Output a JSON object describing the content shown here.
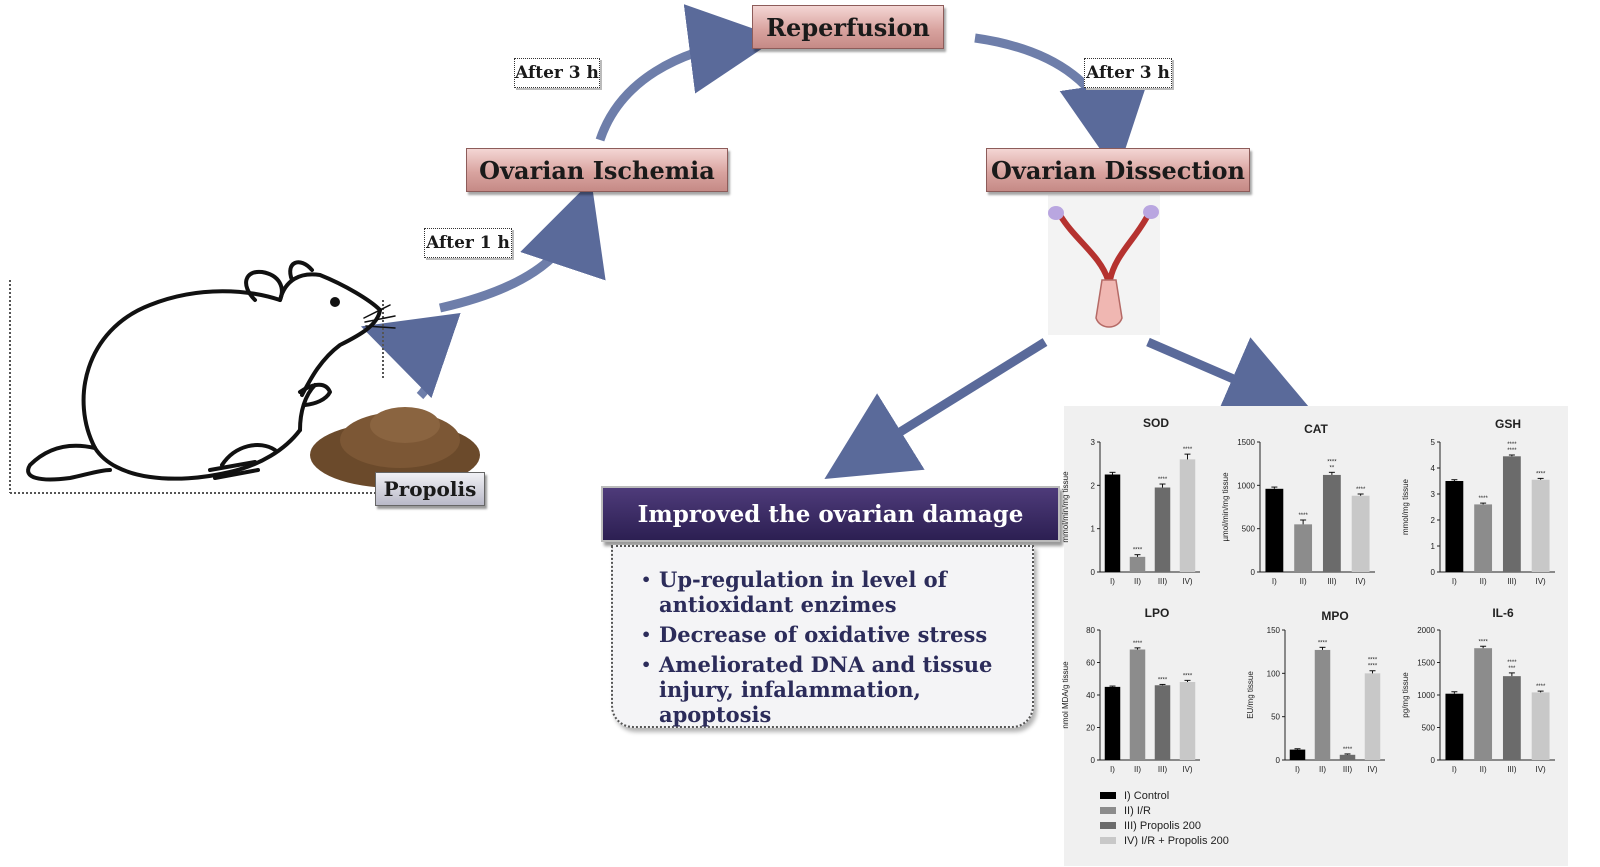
{
  "steps": {
    "reperfusion": "Reperfusion",
    "ischemia": "Ovarian Ischemia",
    "dissection": "Ovarian Dissection",
    "propolis": "Propolis"
  },
  "times": {
    "after1": "After 1 h",
    "after3_left": "After 3 h",
    "after3_right": "After 3 h"
  },
  "results": {
    "header": "Improved  the ovarian damage",
    "points": [
      "Up-regulation in level of antioxidant enzimes",
      "Decrease of oxidative stress",
      "Ameliorated DNA and tissue injury, infalammation, apoptosis"
    ]
  },
  "colors": {
    "group1": "#000000",
    "group2": "#8c8c8c",
    "group3": "#6b6b6b",
    "group4": "#c8c8c8",
    "arrow": "#5a6a9a",
    "box_pink": "#d9a4a0",
    "result_header": "#3a2a66"
  },
  "legend": [
    "I) Control",
    "II) I/R",
    "III) Propolis 200",
    "IV) I/R + Propolis 200"
  ],
  "chart_data": [
    {
      "type": "bar",
      "title": "SOD",
      "ylabel": "mmol/min/mg tissue",
      "categories": [
        "I)",
        "II)",
        "III)",
        "IV)"
      ],
      "values": [
        2.25,
        0.35,
        1.95,
        2.6
      ],
      "errors": [
        0.05,
        0.05,
        0.08,
        0.12
      ],
      "sig": [
        "",
        "****",
        "****",
        "****"
      ],
      "ylim": [
        0,
        3
      ],
      "yticks": [
        0,
        1,
        2,
        3
      ]
    },
    {
      "type": "bar",
      "title": "CAT",
      "ylabel": "µmol/min/mg tissue",
      "categories": [
        "I)",
        "II)",
        "III)",
        "IV)"
      ],
      "values": [
        960,
        550,
        1120,
        880
      ],
      "errors": [
        20,
        50,
        30,
        20
      ],
      "sig": [
        "",
        "****",
        "****\n**",
        "****"
      ],
      "ylim": [
        0,
        1500
      ],
      "yticks": [
        0,
        500,
        1000,
        1500
      ]
    },
    {
      "type": "bar",
      "title": "GSH",
      "ylabel": "mmol/mg tissue",
      "categories": [
        "I)",
        "II)",
        "III)",
        "IV)"
      ],
      "values": [
        3.5,
        2.6,
        4.45,
        3.55
      ],
      "errors": [
        0.05,
        0.05,
        0.05,
        0.05
      ],
      "sig": [
        "",
        "****",
        "****\n****",
        "****"
      ],
      "ylim": [
        0,
        5
      ],
      "yticks": [
        0,
        1,
        2,
        3,
        4,
        5
      ]
    },
    {
      "type": "bar",
      "title": "LPO",
      "ylabel": "nmol MDA/g tissue",
      "categories": [
        "I)",
        "II)",
        "III)",
        "IV)"
      ],
      "values": [
        45,
        68,
        46,
        48
      ],
      "errors": [
        0.5,
        1,
        0.5,
        1
      ],
      "sig": [
        "",
        "****",
        "****",
        "****"
      ],
      "ylim": [
        0,
        80
      ],
      "yticks": [
        0,
        20,
        40,
        60,
        80
      ]
    },
    {
      "type": "bar",
      "title": "MPO",
      "ylabel": "EU/mg tissue",
      "categories": [
        "I)",
        "II)",
        "III)",
        "IV)"
      ],
      "values": [
        12,
        127,
        6,
        100
      ],
      "errors": [
        1,
        3,
        1,
        3
      ],
      "sig": [
        "",
        "****",
        "****",
        "****\n****"
      ],
      "ylim": [
        0,
        150
      ],
      "yticks": [
        0,
        50,
        100,
        150
      ]
    },
    {
      "type": "bar",
      "title": "IL-6",
      "ylabel": "pg/mg tissue",
      "categories": [
        "I)",
        "II)",
        "III)",
        "IV)"
      ],
      "values": [
        1020,
        1720,
        1290,
        1040
      ],
      "errors": [
        30,
        30,
        50,
        20
      ],
      "sig": [
        "",
        "****",
        "****\n***",
        "****"
      ],
      "ylim": [
        0,
        2000
      ],
      "yticks": [
        0,
        500,
        1000,
        1500,
        2000
      ]
    }
  ]
}
